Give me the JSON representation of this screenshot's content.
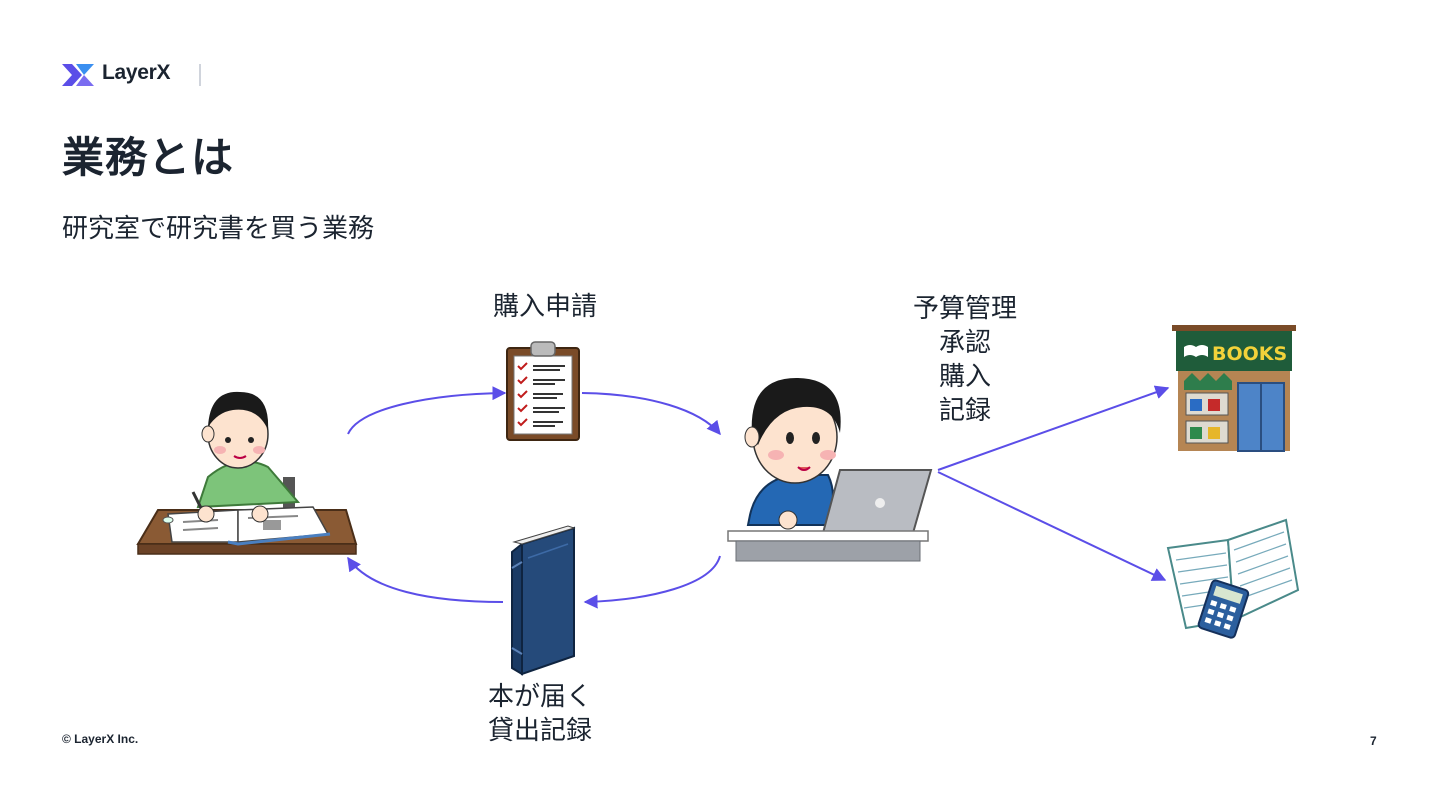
{
  "brand": {
    "name": "LayerX",
    "accent": "#5b4ee8"
  },
  "slide": {
    "title": "業務とは",
    "subtitle": "研究室で研究書を買う業務",
    "footer": "© LayerX Inc.",
    "page_number": "7"
  },
  "diagram": {
    "labels": {
      "purchase_request": "購入申請",
      "management": [
        "予算管理",
        "承認",
        "購入",
        "記録"
      ],
      "delivery": [
        "本が届く",
        "貸出記録"
      ]
    },
    "bookstore_sign": "BOOKS",
    "arrow_color": "#5b4ee8"
  }
}
